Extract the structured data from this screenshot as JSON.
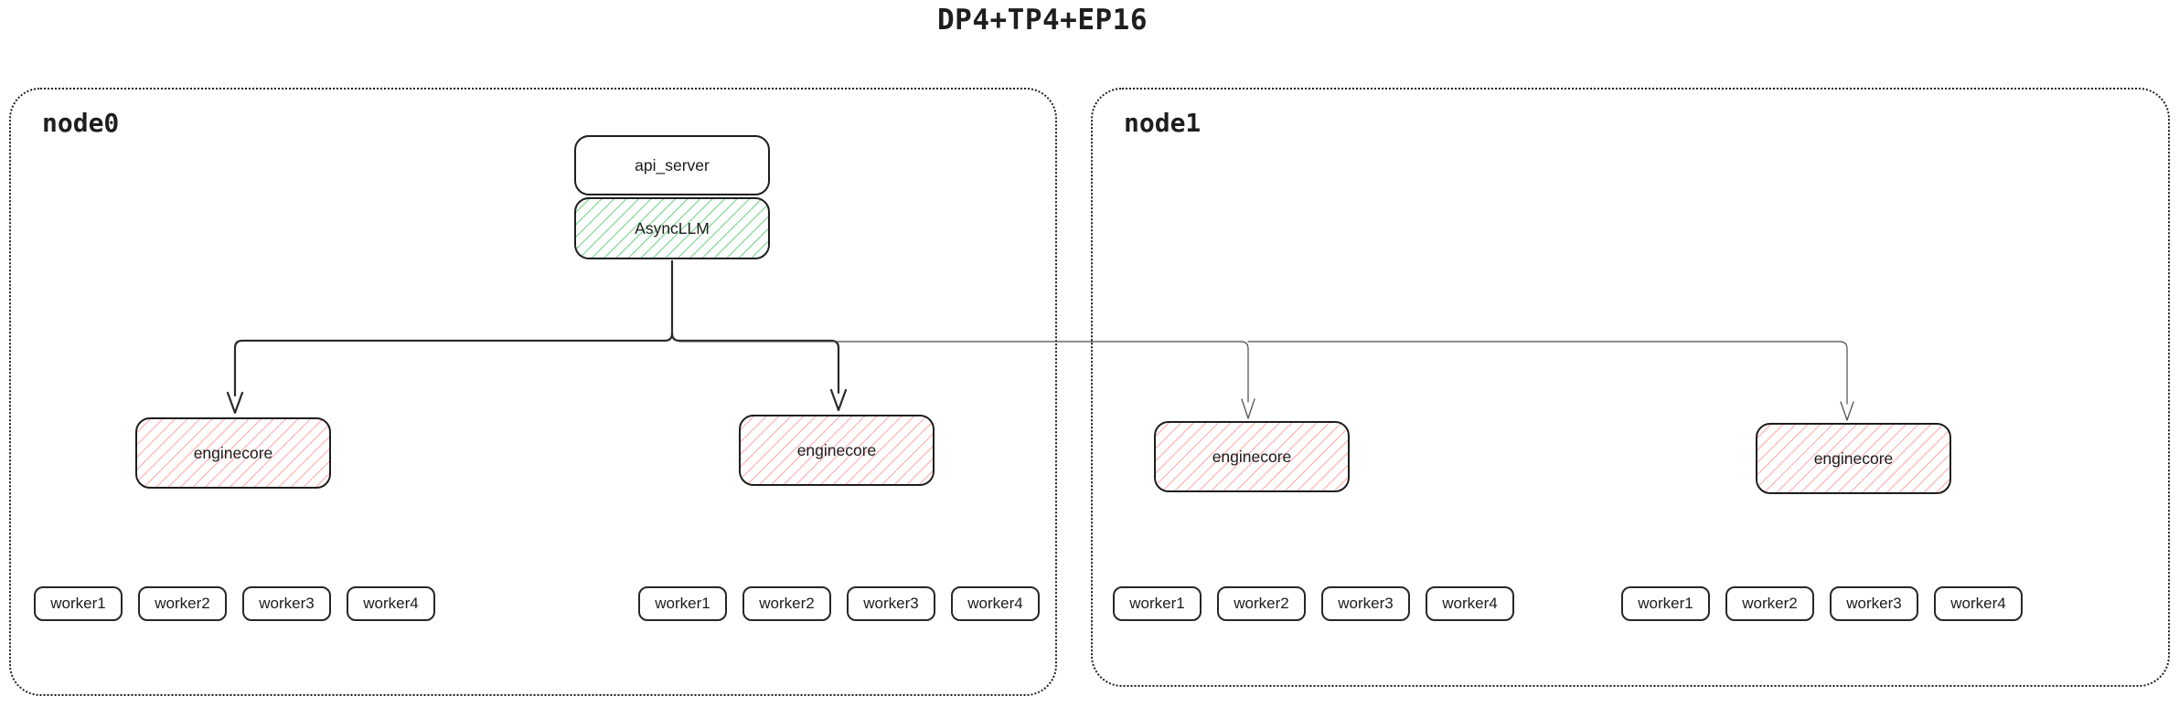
{
  "title": "DP4+TP4+EP16",
  "nodes": [
    {
      "label": "node0"
    },
    {
      "label": "node1"
    }
  ],
  "boxes": {
    "api_server": "api_server",
    "async_llm": "AsyncLLM",
    "enginecore": "enginecore"
  },
  "workers": [
    "worker1",
    "worker2",
    "worker3",
    "worker4"
  ],
  "colors": {
    "stroke": "#1e1e1e",
    "arrow_dark": "#2b2b2b",
    "arrow_thin": "#4a4a4a",
    "green_hatch": "#52c76e",
    "red_hatch": "#ff7676",
    "background": "#ffffff"
  }
}
